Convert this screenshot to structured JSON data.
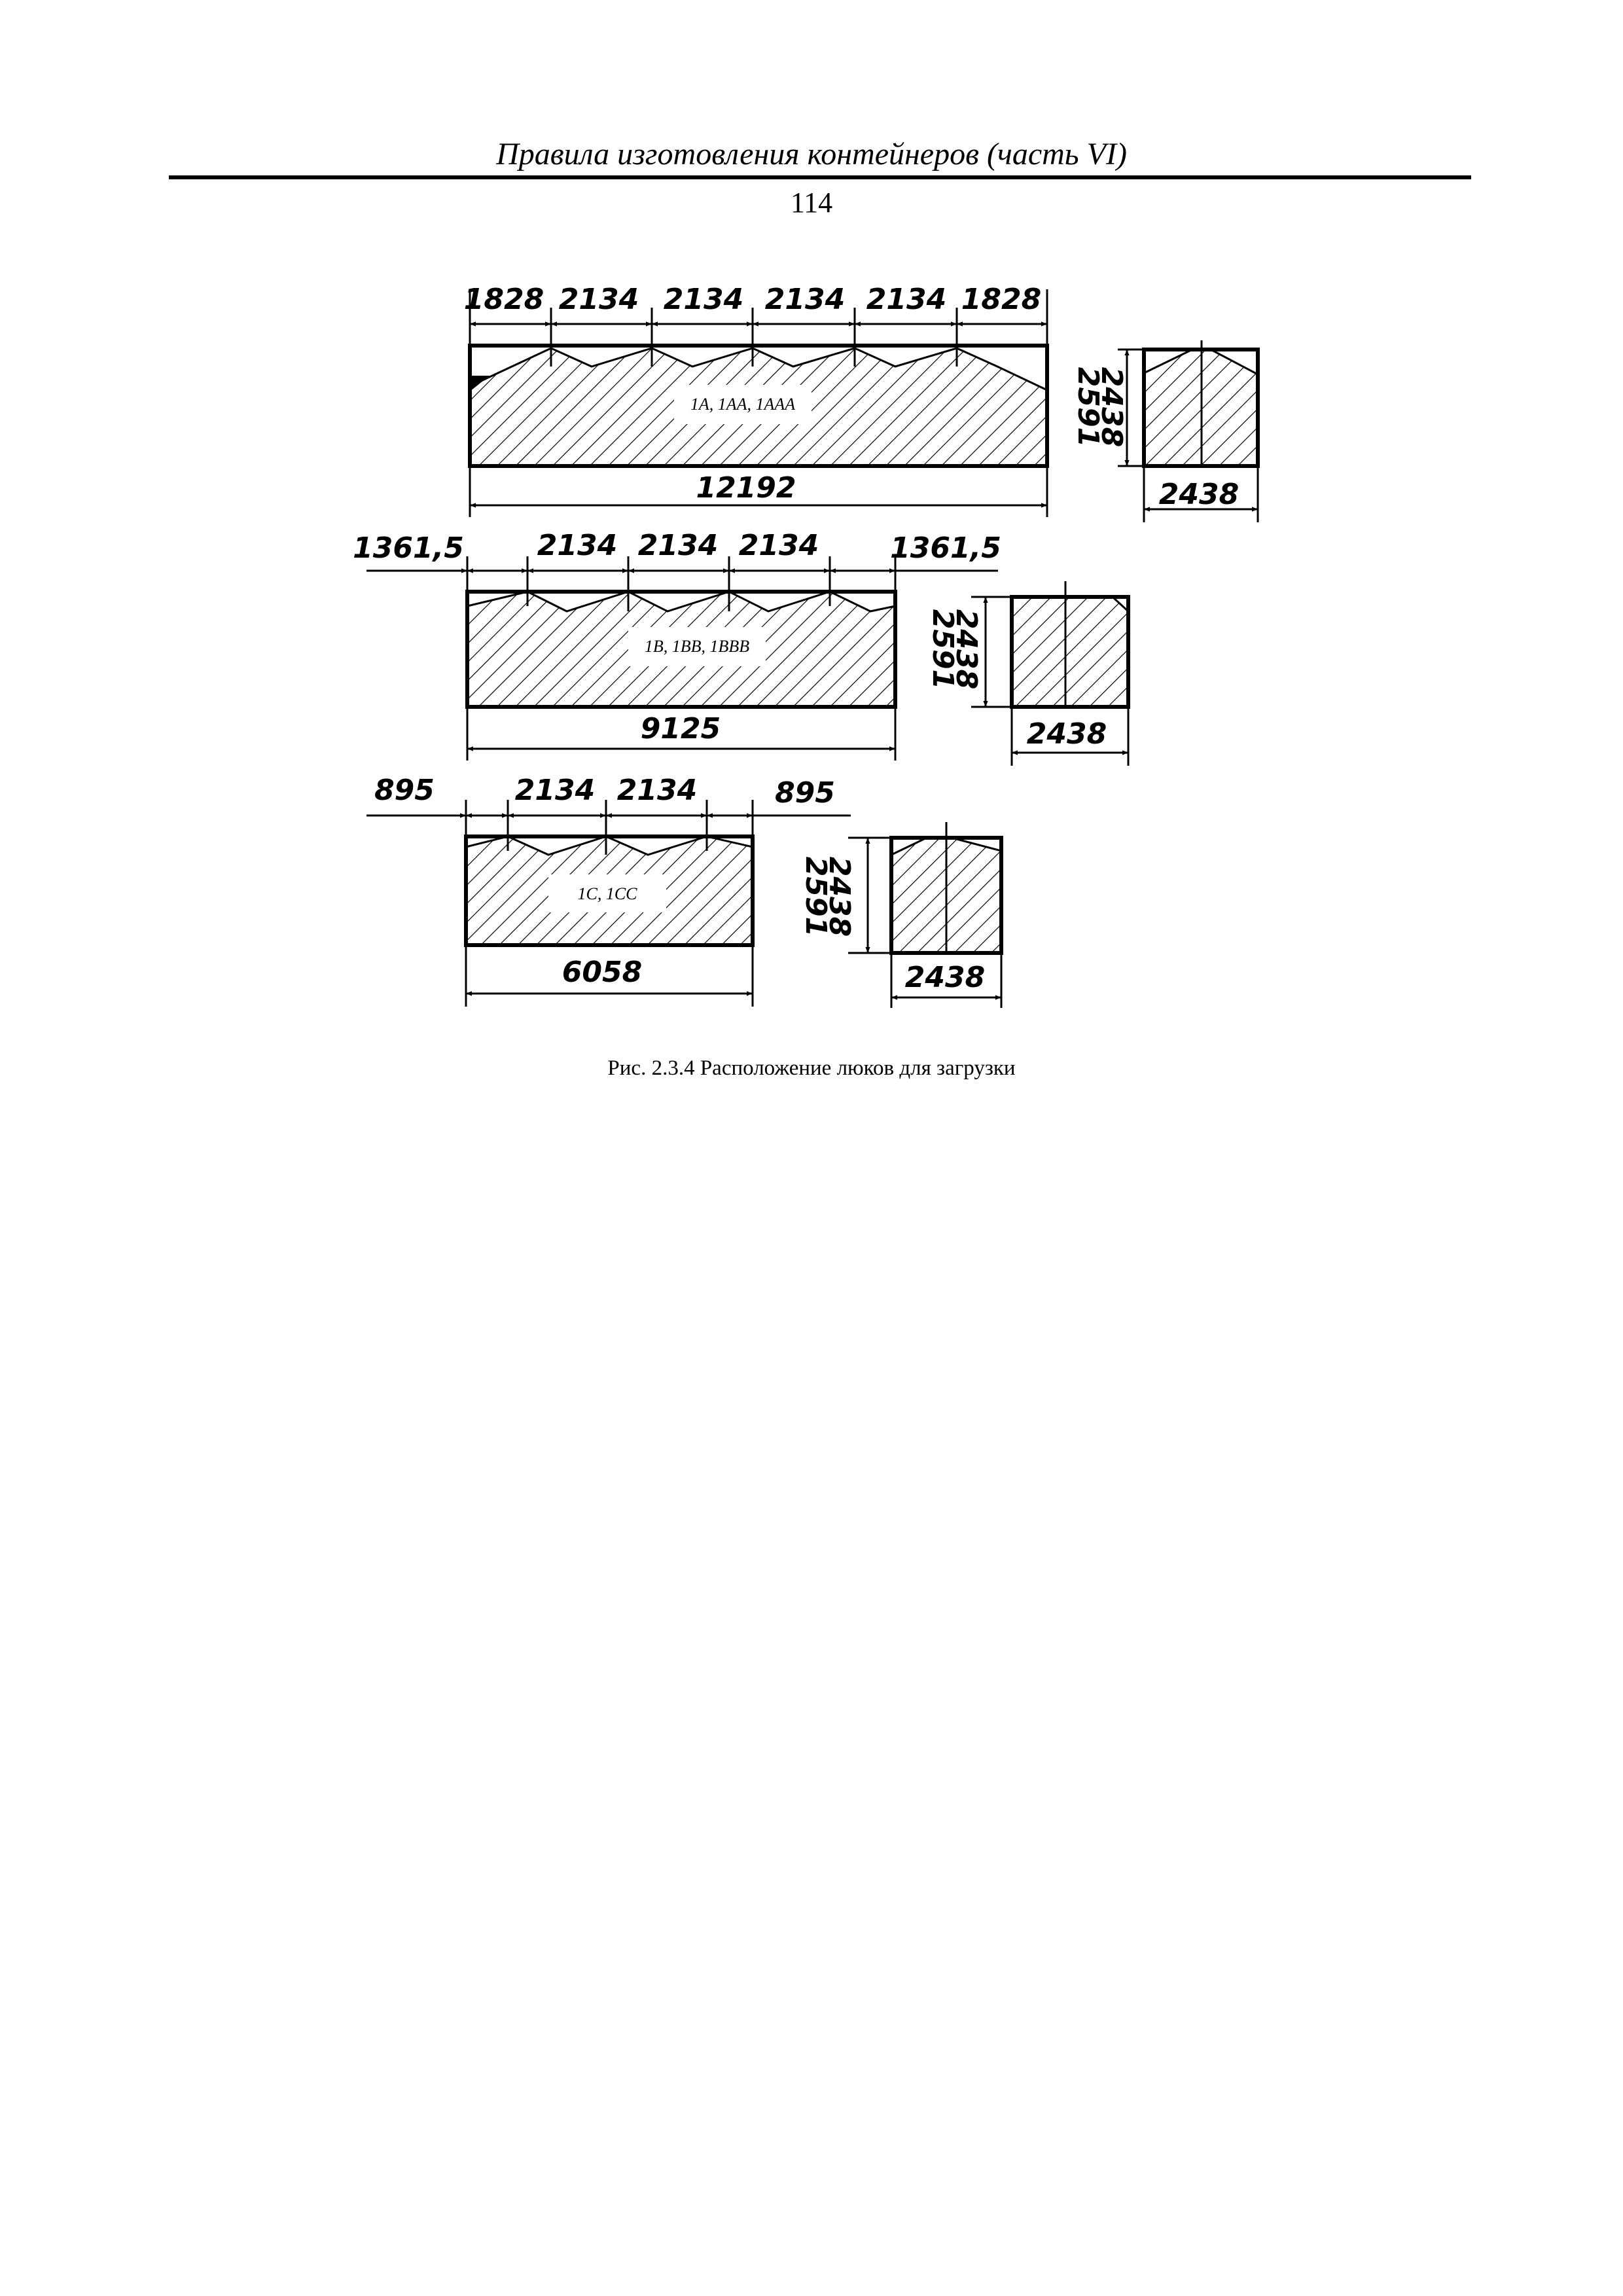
{
  "header": {
    "title": "Правила изготовления контейнеров (часть VI)",
    "page_number": "114"
  },
  "figure": {
    "caption": "Рис. 2.3.4 Расположение люков для загрузки",
    "containers": [
      {
        "label": "1A, 1AA, 1AAA",
        "hatch_dims": [
          "1828",
          "2134",
          "2134",
          "2134",
          "2134",
          "1828"
        ],
        "length": "12192",
        "height_outer": "2591",
        "height_inner": "2438",
        "width": "2438"
      },
      {
        "label": "1B, 1BB, 1BBB",
        "hatch_dims": [
          "1361,5",
          "2134",
          "2134",
          "2134",
          "1361,5"
        ],
        "length": "9125",
        "height_outer": "2591",
        "height_inner": "2438",
        "width": "2438"
      },
      {
        "label": "1C, 1CC",
        "hatch_dims": [
          "895",
          "2134",
          "2134",
          "895"
        ],
        "length": "6058",
        "height_outer": "2591",
        "height_inner": "2438",
        "width": "2438"
      }
    ]
  }
}
